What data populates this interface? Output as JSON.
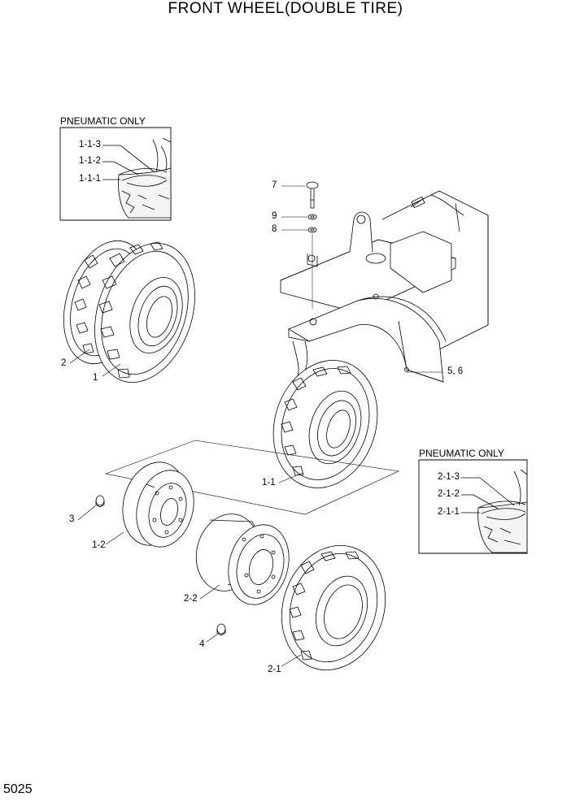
{
  "title": "FRONT WHEEL(DOUBLE TIRE)",
  "page_number": "5025",
  "insets": [
    {
      "title": "PNEUMATIC ONLY",
      "labels": [
        "1-1-3",
        "1-1-2",
        "1-1-1"
      ]
    },
    {
      "title": "PNEUMATIC ONLY",
      "labels": [
        "2-1-3",
        "2-1-2",
        "2-1-1"
      ]
    }
  ],
  "callouts": {
    "bolt": "7",
    "washer_9": "9",
    "washer_8": "8",
    "fender": "5, 6",
    "tire_outer": "2",
    "tire_inner": "1",
    "tire_mounted": "1-1",
    "nut_3": "3",
    "rim_1_2": "1-2",
    "rim_2_2": "2-2",
    "nut_4": "4",
    "tire_2_1": "2-1"
  }
}
